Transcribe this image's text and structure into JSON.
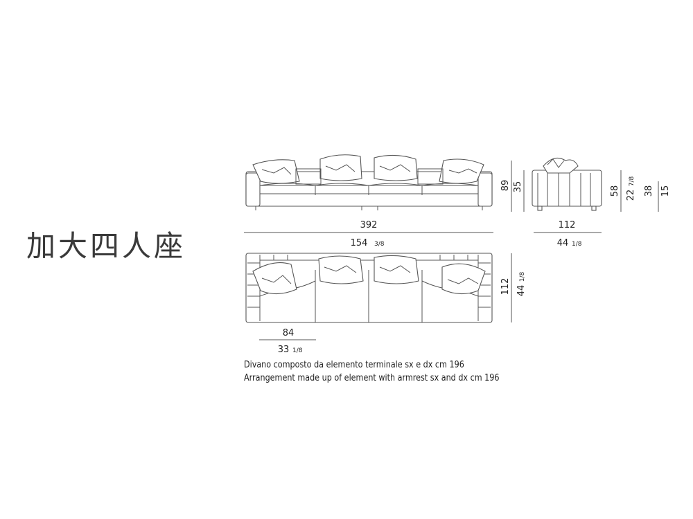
{
  "title": "加大四人座",
  "dimensions": {
    "front_width_cm": "392",
    "front_width_in": "154",
    "front_width_in_frac": "3/8",
    "front_height_cm": "89",
    "seat_height_cm": "35",
    "side_depth_cm": "112",
    "side_depth_in": "44",
    "side_depth_in_frac": "1/8",
    "side_height_in": "58",
    "side_mid_in": "22",
    "side_mid_in_frac": "7/8",
    "side_seat_cm": "38",
    "side_seat_in": "15",
    "plan_depth_cm": "112",
    "plan_depth_in": "44",
    "plan_depth_in_frac": "1/8",
    "arm_width_cm": "84",
    "arm_width_in": "33",
    "arm_width_in_frac": "1/8"
  },
  "captions": {
    "italian": "Divano composto da elemento terminale sx e dx cm 196",
    "english": "Arrangement made up of element with armrest sx and dx cm 196"
  }
}
